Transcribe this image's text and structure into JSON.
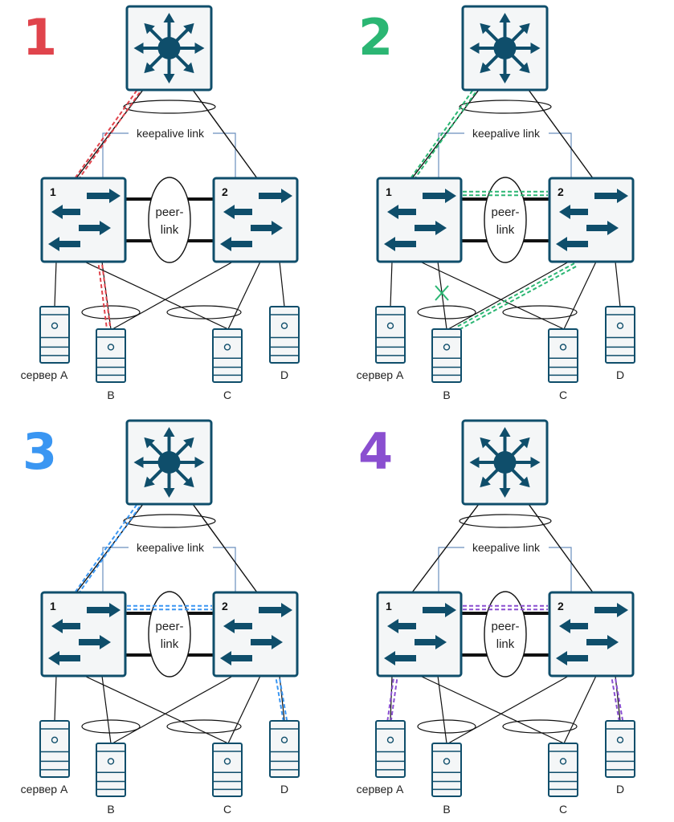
{
  "labels": {
    "keepalive": "keepalive link",
    "peer_line1": "peer-",
    "peer_line2": "link",
    "switch1": "1",
    "switch2": "2",
    "server_a": "сервер А",
    "server_b": "B",
    "server_c": "C",
    "server_d": "D"
  },
  "colors": {
    "device_fill": "#f4f6f7",
    "device_stroke": "#0f4e6b",
    "arrow": "#0f4e6b",
    "line": "#111111",
    "keepalive_line": "#6a8fbd"
  },
  "icons": {
    "router": "router-icon",
    "switch": "switch-arrows-icon",
    "server": "server-icon",
    "lag": "lag-ellipse-icon",
    "failure": "link-failure-x-icon"
  },
  "panels": [
    {
      "number": "1",
      "color": "#e0444c",
      "failed_link": false,
      "path": [
        "router-sw1",
        "sw1-serverB"
      ]
    },
    {
      "number": "2",
      "color": "#2bb673",
      "failed_link": true,
      "path": [
        "router-sw1",
        "peer-top",
        "sw2-serverB"
      ]
    },
    {
      "number": "3",
      "color": "#3a96f2",
      "failed_link": false,
      "path": [
        "router-sw1",
        "peer-top",
        "sw2-serverD"
      ]
    },
    {
      "number": "4",
      "color": "#8a4fd0",
      "failed_link": false,
      "path": [
        "sw1-serverA",
        "peer-top",
        "sw2-serverD"
      ]
    }
  ]
}
